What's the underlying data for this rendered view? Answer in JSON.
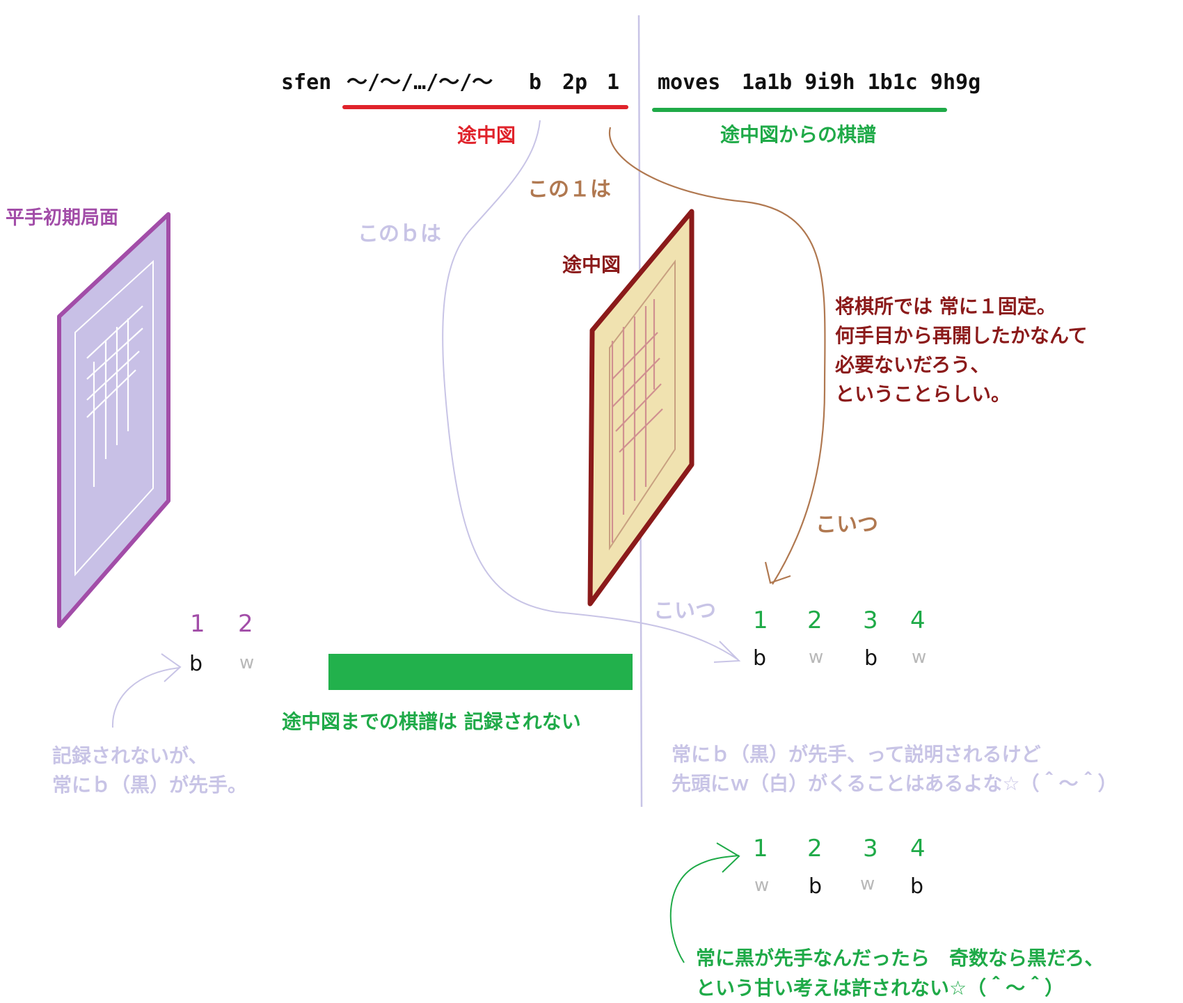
{
  "sfen": {
    "keyword": "sfen",
    "position": "〜/〜/…/〜/〜",
    "side": "b",
    "hand": "2p",
    "ply": "1"
  },
  "moves": {
    "keyword": "moves",
    "list": "1a1b 9i9h 1b1c 9h9g"
  },
  "labels": {
    "position_label": "途中図",
    "moves_label": "途中図からの棋譜",
    "this_one": "この１は",
    "this_b": "このｂは",
    "initial_position": "平手初期局面",
    "midgame_board": "途中図",
    "koitsu_brown": "こいつ",
    "koitsu_lav": "こいつ",
    "not_recorded": "途中図までの棋譜は 記録されない"
  },
  "notes": {
    "shogidokoro": [
      "将棋所では 常に１固定。",
      "何手目から再開したかなんて",
      "必要ないだろう、",
      "ということらしい。"
    ],
    "always_black": [
      "記録されないが、",
      "常にｂ（黒）が先手。"
    ],
    "explained": [
      "常にｂ（黒）が先手、って説明されるけど",
      "先頭にｗ（白）がくることはあるよな☆（＾〜＾）"
    ],
    "odd_numbers": [
      "常に黒が先手なんだったら　奇数なら黒だろ、",
      "という甘い考えは許されない☆（＾〜＾）"
    ]
  },
  "sequences": {
    "left": {
      "numbers": [
        "1",
        "2"
      ],
      "sides": [
        "b",
        "w"
      ]
    },
    "right_top": {
      "numbers": [
        "1",
        "2",
        "3",
        "4"
      ],
      "sides": [
        "b",
        "w",
        "b",
        "w"
      ]
    },
    "right_bottom": {
      "numbers": [
        "1",
        "2",
        "3",
        "4"
      ],
      "sides": [
        "w",
        "b",
        "w",
        "b"
      ]
    }
  },
  "colors": {
    "red": "#e0232b",
    "green": "#1faa48",
    "brown": "#b07850",
    "lavender": "#c8c4e6",
    "purple": "#a24da8",
    "dark_red": "#8b1a1a",
    "board_fill_initial": "#c8c0e6",
    "board_fill_mid": "#f0e2b0"
  }
}
